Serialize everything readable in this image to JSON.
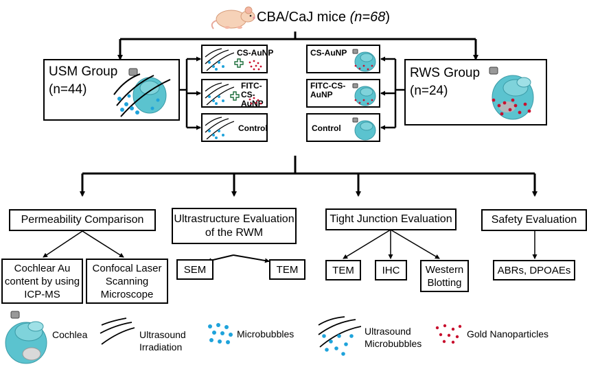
{
  "top": {
    "title": "CBA/CaJ mice",
    "n_text": "n=68"
  },
  "usm": {
    "title": "USM Group",
    "n_text": "(n=44)"
  },
  "rws": {
    "title": "RWS Group",
    "n_text": "(n=24)"
  },
  "usm_sub": [
    {
      "label": "CS-AuNP"
    },
    {
      "label": "FITC-CS-AuNP"
    },
    {
      "label": "Control"
    }
  ],
  "rws_sub": [
    {
      "label": "CS-AuNP"
    },
    {
      "label": "FITC-CS-AuNP"
    },
    {
      "label": "Control"
    }
  ],
  "evaluations": [
    {
      "label": "Permeability Comparison"
    },
    {
      "label": "Ultrastructure Evaluation of the RWM"
    },
    {
      "label": "Tight Junction Evaluation"
    },
    {
      "label": "Safety Evaluation"
    }
  ],
  "methods": {
    "perm": [
      "Cochlear Au content by using ICP-MS",
      "Confocal Laser Scanning Microscope"
    ],
    "ultra": [
      "SEM",
      "TEM"
    ],
    "tight": [
      "TEM",
      "IHC",
      "Western Blotting"
    ],
    "safety": [
      "ABRs, DPOAEs"
    ]
  },
  "legend": [
    {
      "icon": "cochlea-icon",
      "label": "Cochlea"
    },
    {
      "icon": "ultrasound-icon",
      "label": "Ultrasound Irradiation"
    },
    {
      "icon": "microbubbles-icon",
      "label": "Microbubbles"
    },
    {
      "icon": "ultrasound-microbubbles-icon",
      "label": "Ultrasound Microbubbles"
    },
    {
      "icon": "gold-nanoparticles-icon",
      "label": "Gold Nanoparticles"
    }
  ],
  "colors": {
    "cochlea": "#5bc3cf",
    "microbubble": "#1fa3db",
    "gold": "#c8102e",
    "line": "#000000"
  }
}
